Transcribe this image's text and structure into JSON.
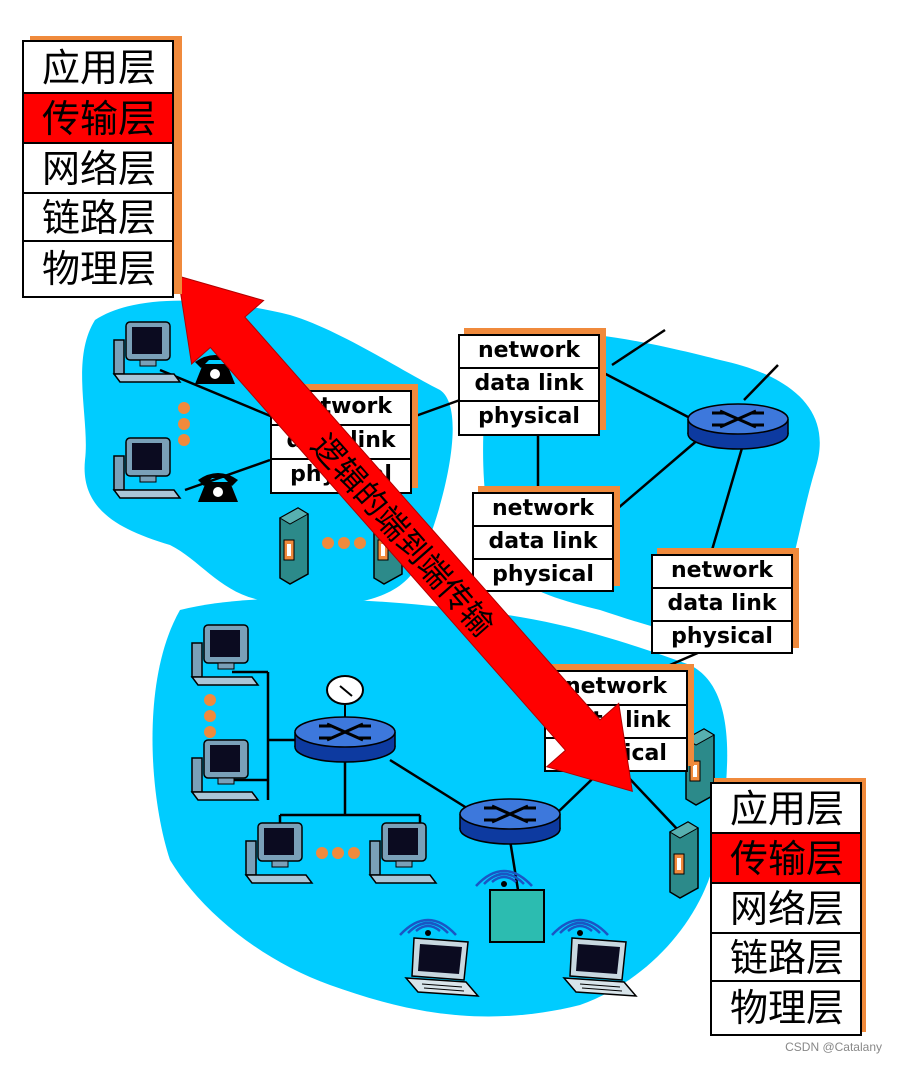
{
  "layer_stack_labels": [
    "应用层",
    "传输层",
    "网络层",
    "链路层",
    "物理层"
  ],
  "highlight_index": 1,
  "highlight_color": "#ff0000",
  "arrow_label": "逻辑的端到端传输",
  "router_stack_labels": [
    "network",
    "data link",
    "physical"
  ],
  "cloud_color": "#00ccff",
  "router_color": "#1a56c4",
  "shadow_color": "#f08a3c",
  "icons": [
    "desktop-computer-icon",
    "telephone-icon",
    "router-icon",
    "server-icon",
    "satellite-dish-icon",
    "wireless-access-point-icon",
    "laptop-icon"
  ],
  "credit": "CSDN @Catalany"
}
